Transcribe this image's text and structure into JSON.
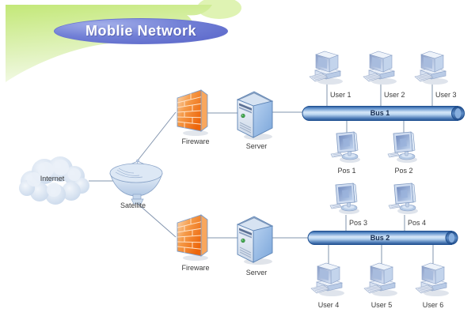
{
  "title": "Moblie Network",
  "network": {
    "internet": "Internet",
    "satellite": "Satellite",
    "segment1": {
      "firewall": "Fireware",
      "server": "Server",
      "bus": "Bus 1",
      "users": [
        "User 1",
        "User 2",
        "User 3"
      ],
      "pos": [
        "Pos 1",
        "Pos 2"
      ]
    },
    "segment2": {
      "firewall": "Fireware",
      "server": "Server",
      "bus": "Bus 2",
      "pos": [
        "Pos 3",
        "Pos 4"
      ],
      "users": [
        "User 4",
        "User 5",
        "User 6"
      ]
    }
  },
  "colors": {
    "title_fill": "#6272cd",
    "title_text": "#ffffff",
    "background_blob_green": "#c5e87d",
    "bus_blue": "#3f74b5",
    "bus_text": "#142a4e",
    "firewall_orange": "#ee6c0e",
    "device_blue": "#9db9e0",
    "connector_line": "#8294ae",
    "label_text": "#3a3a3a"
  }
}
